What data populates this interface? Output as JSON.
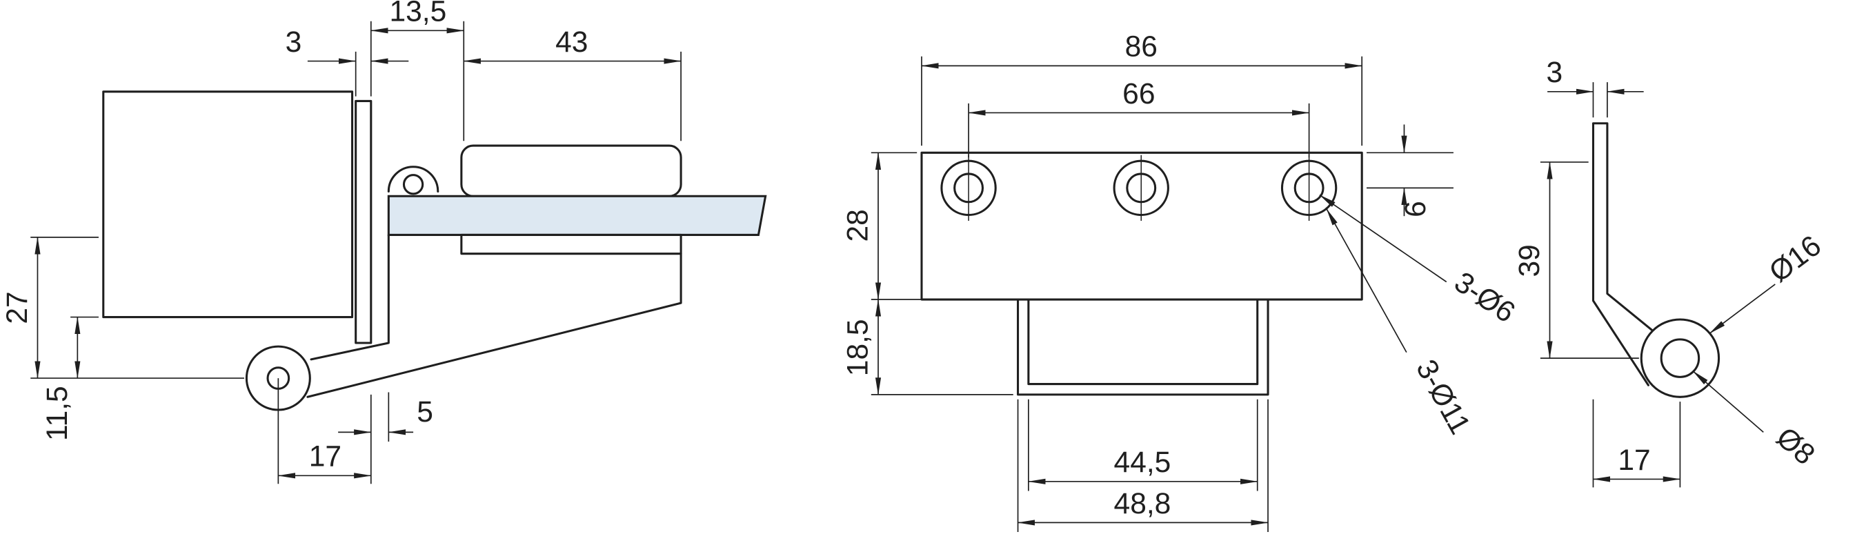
{
  "colors": {
    "line": "#1f1f1f",
    "glass_fill": "#dde8f2",
    "background": "#ffffff"
  },
  "views": {
    "left": {
      "dims": {
        "gap": "3",
        "offset": "13,5",
        "arm": "43",
        "height_total": "27",
        "height_lower": "11,5",
        "inset": "5",
        "pivot_offset": "17"
      }
    },
    "front": {
      "dims": {
        "width_overall": "86",
        "hole_spacing": "66",
        "plate_height": "28",
        "block_height": "18,5",
        "edge_offset": "6",
        "holes_small": "3-Ø6",
        "holes_large": "3-Ø11",
        "inner_width": "44,5",
        "outer_width": "48,8"
      }
    },
    "right": {
      "dims": {
        "thickness": "3",
        "height": "39",
        "boss_dia": "Ø16",
        "hole_dia": "Ø8",
        "depth": "17"
      }
    }
  }
}
